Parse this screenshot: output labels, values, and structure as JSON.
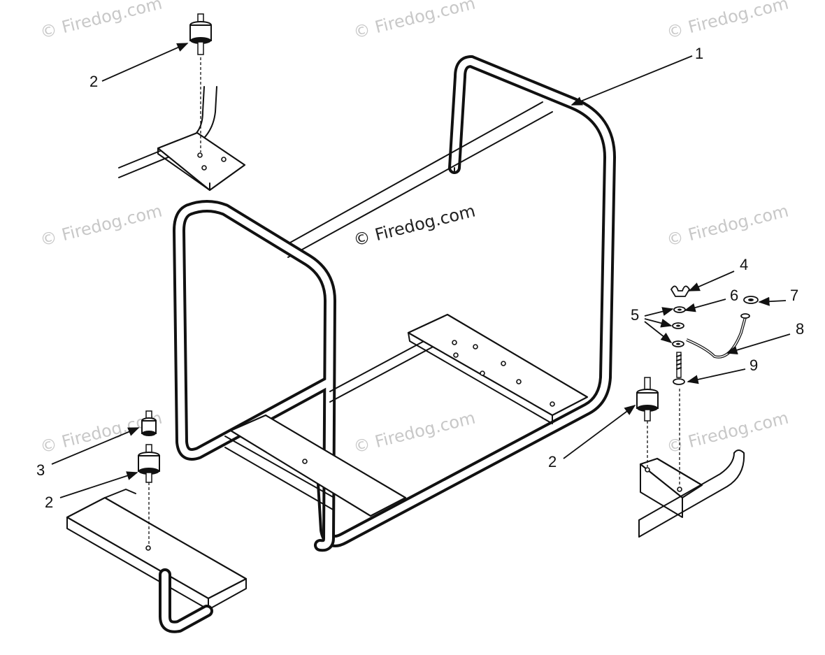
{
  "watermarks": [
    "© Firedog.com",
    "© Firedog.com",
    "© Firedog.com",
    "© Firedog.com",
    "© Firedog.com",
    "© Firedog.com",
    "© Firedog.com",
    "© Firedog.com",
    "© Firedog.com"
  ],
  "callouts": {
    "frame": "1",
    "mount_top_left": "2",
    "mount_bottom_left": "2",
    "mount_right": "2",
    "spacer": "3",
    "wing_nut": "4",
    "washers": "5",
    "nut": "6",
    "ring_terminal": "7",
    "ground_wire": "8",
    "bolt": "9"
  }
}
